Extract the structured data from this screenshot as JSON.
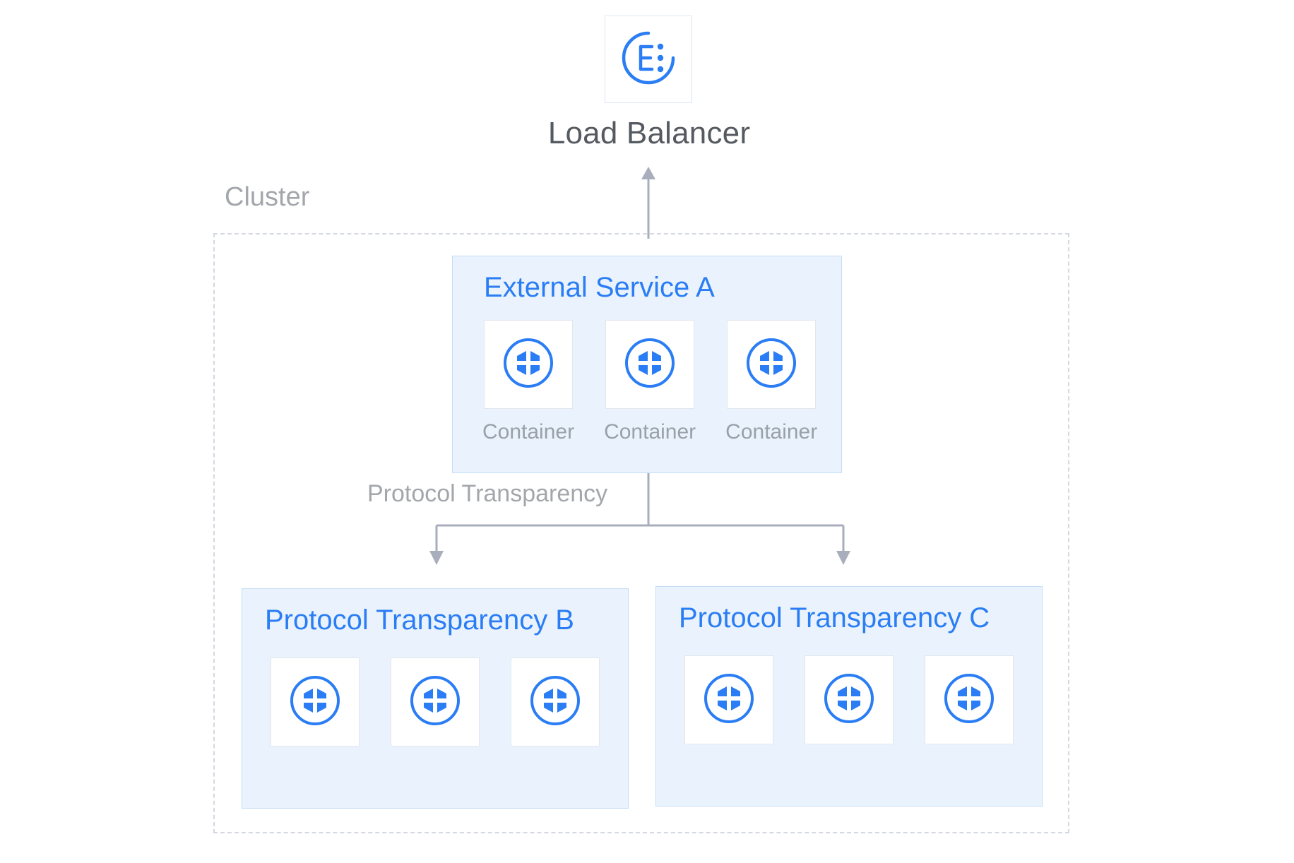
{
  "diagram": {
    "background_color": "#ffffff",
    "accent_blue": "#2a7df4",
    "box_fill": "#eaf3fd",
    "box_border": "#c5ddf5",
    "connector_color": "#a8aebb",
    "cluster_border": "#d4d8e0",
    "muted_text": "#a3a7ac"
  },
  "load_balancer": {
    "label": "Load Balancer",
    "icon": "load-balancer-icon"
  },
  "cluster": {
    "label": "Cluster"
  },
  "edge": {
    "label": "Protocol Transparency"
  },
  "services": [
    {
      "id": "service-a",
      "title": "External Service A",
      "containers": [
        {
          "icon": "container-icon",
          "label": "Container"
        },
        {
          "icon": "container-icon",
          "label": "Container"
        },
        {
          "icon": "container-icon",
          "label": "Container"
        }
      ]
    },
    {
      "id": "service-b",
      "title": "Protocol Transparency B",
      "containers": [
        {
          "icon": "container-icon",
          "label": ""
        },
        {
          "icon": "container-icon",
          "label": ""
        },
        {
          "icon": "container-icon",
          "label": ""
        }
      ]
    },
    {
      "id": "service-c",
      "title": "Protocol Transparency C",
      "containers": [
        {
          "icon": "container-icon",
          "label": ""
        },
        {
          "icon": "container-icon",
          "label": ""
        },
        {
          "icon": "container-icon",
          "label": ""
        }
      ]
    }
  ]
}
